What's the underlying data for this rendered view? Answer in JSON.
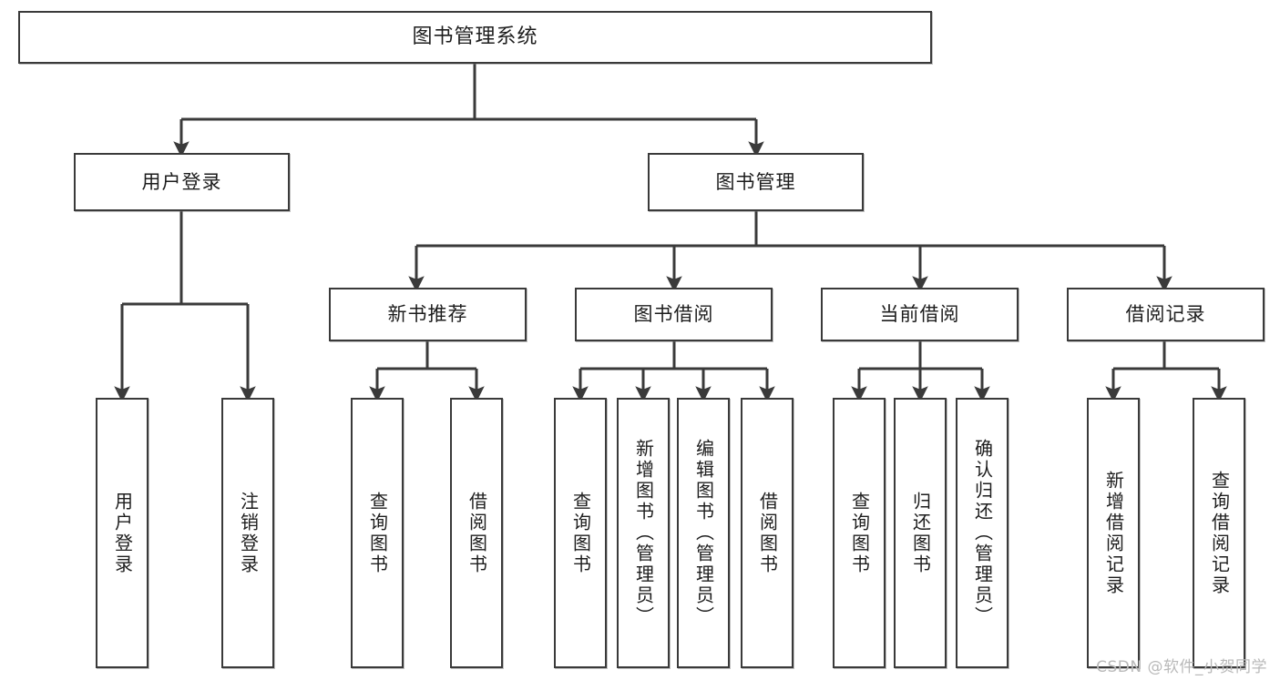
{
  "diagram": {
    "title": "图书管理系统",
    "type": "tree",
    "watermark": "CSDN @软件_小贺同学",
    "colors": {
      "stroke": "#3a3a3a",
      "fill": "#ffffff",
      "text": "#1d1d1d",
      "watermark": "#b9b9b9"
    },
    "nodes": {
      "root": {
        "label": "图书管理系统"
      },
      "level2": [
        {
          "id": "user-login",
          "label": "用户登录"
        },
        {
          "id": "book-management",
          "label": "图书管理"
        }
      ],
      "level3": [
        {
          "id": "new-book-recommend",
          "label": "新书推荐"
        },
        {
          "id": "book-borrow",
          "label": "图书借阅"
        },
        {
          "id": "current-borrow",
          "label": "当前借阅"
        },
        {
          "id": "borrow-record",
          "label": "借阅记录"
        }
      ],
      "leaves": {
        "user_login": [
          {
            "id": "leaf-user-login",
            "label": "用户登录"
          },
          {
            "id": "leaf-logout-login",
            "label": "注销登录"
          }
        ],
        "new_book_recommend": [
          {
            "id": "leaf-query-book-1",
            "label": "查询图书"
          },
          {
            "id": "leaf-borrow-book-1",
            "label": "借阅图书"
          }
        ],
        "book_borrow": [
          {
            "id": "leaf-query-book-2",
            "label": "查询图书"
          },
          {
            "id": "leaf-add-book",
            "label": "新增图书（管理员）"
          },
          {
            "id": "leaf-edit-book",
            "label": "编辑图书（管理员）"
          },
          {
            "id": "leaf-borrow-book-2",
            "label": "借阅图书"
          }
        ],
        "current_borrow": [
          {
            "id": "leaf-query-book-3",
            "label": "查询图书"
          },
          {
            "id": "leaf-return-book",
            "label": "归还图书"
          },
          {
            "id": "leaf-confirm-return",
            "label": "确认归还（管理员）"
          }
        ],
        "borrow_record": [
          {
            "id": "leaf-add-record",
            "label": "新增借阅记录"
          },
          {
            "id": "leaf-query-record",
            "label": "查询借阅记录"
          }
        ]
      }
    }
  }
}
